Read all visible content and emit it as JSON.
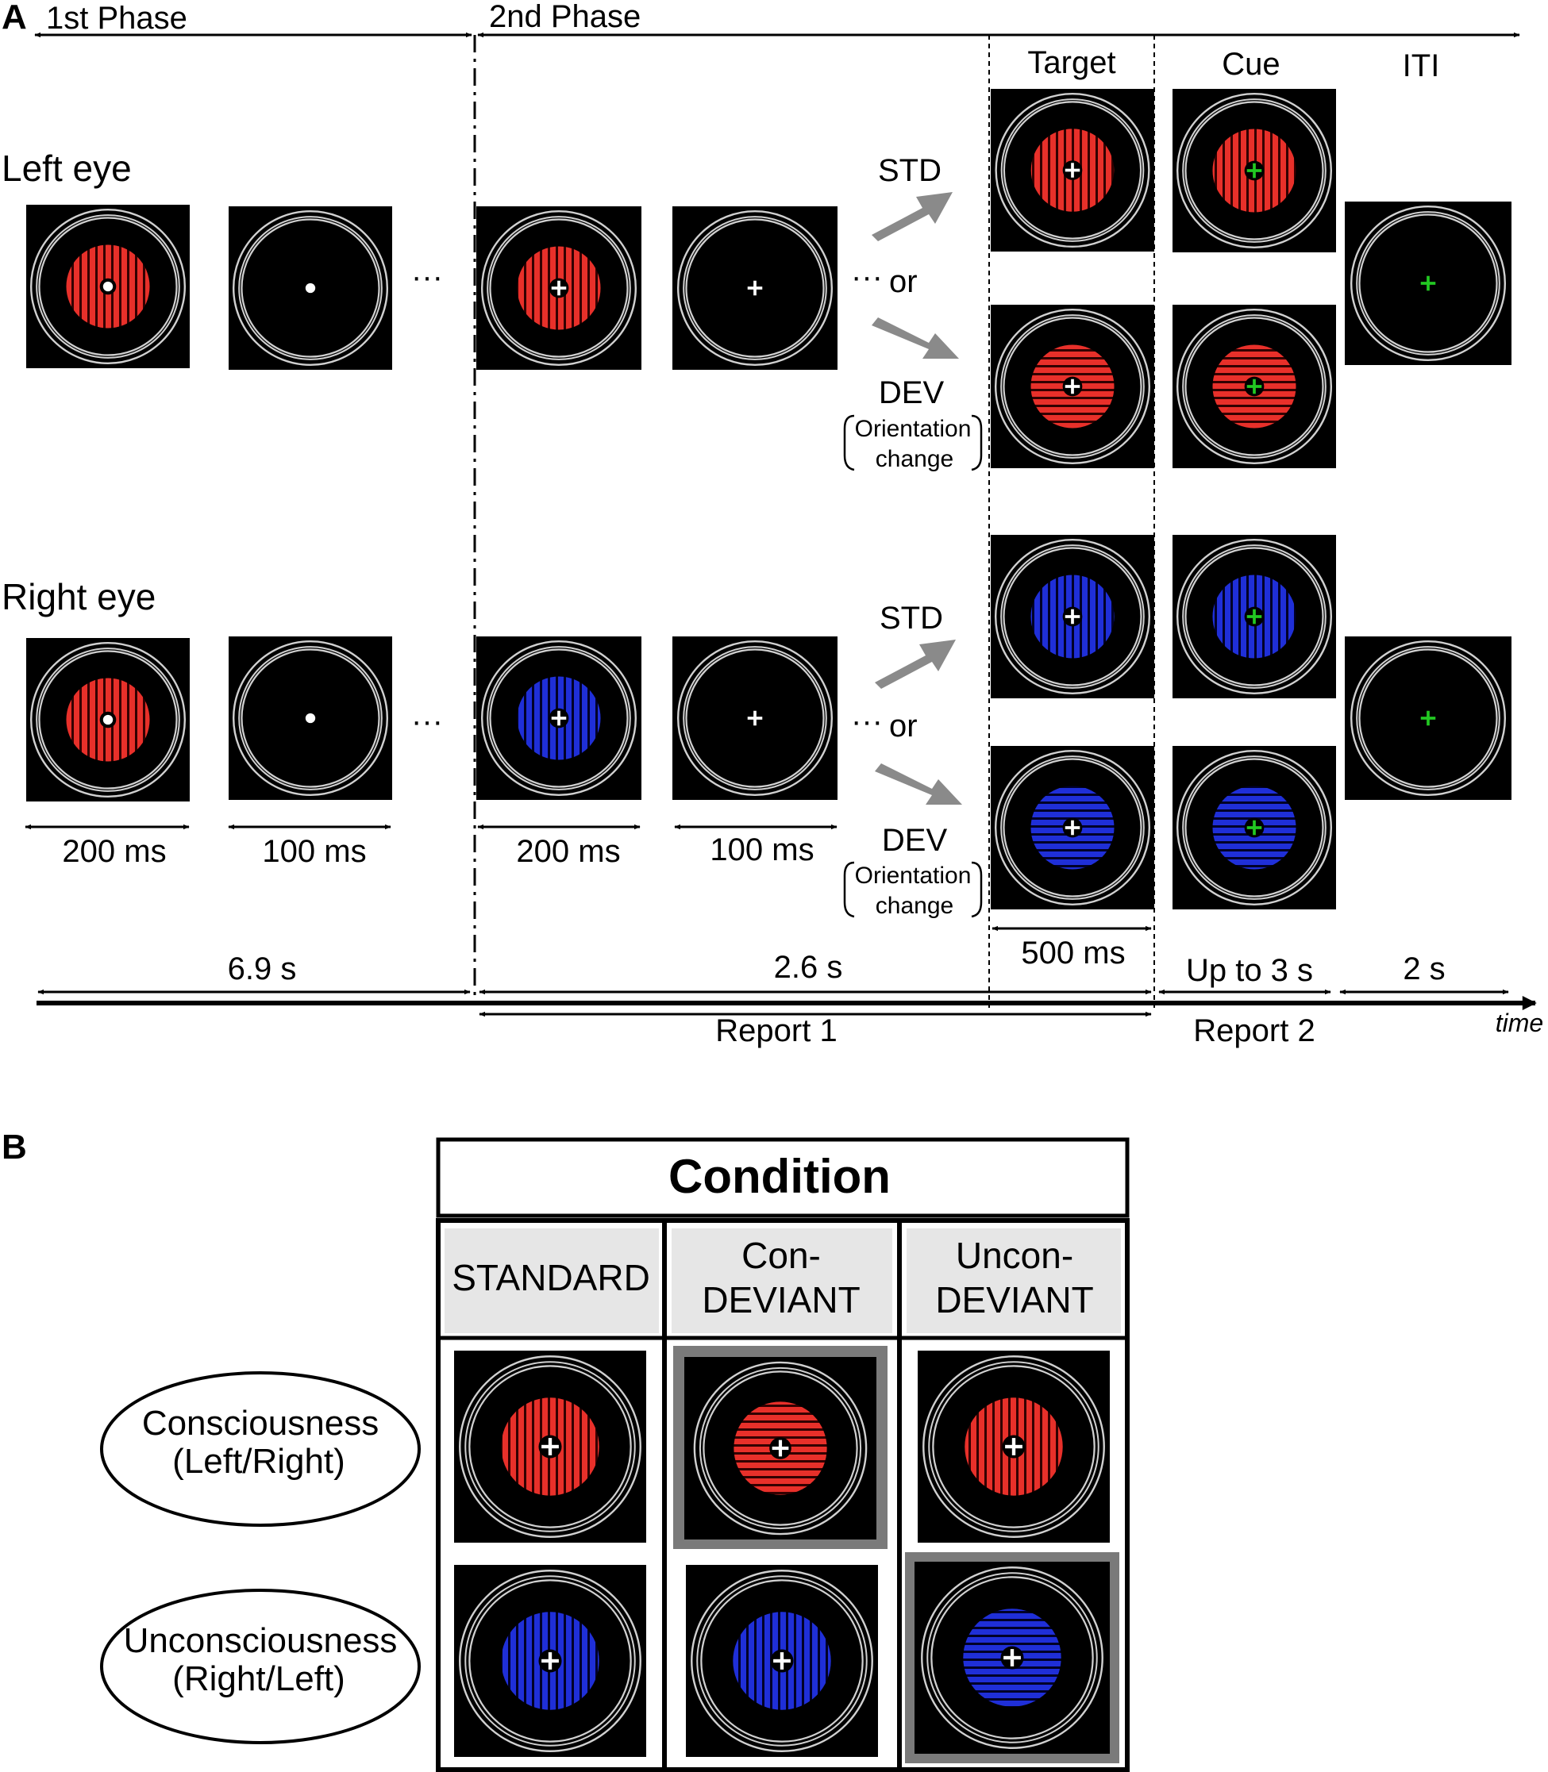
{
  "panel_a": {
    "letter": "A",
    "phase1_label": "1st  Phase",
    "phase2_label": "2nd  Phase",
    "left_eye_label": "Left eye",
    "right_eye_label": "Right eye",
    "col_target": "Target",
    "col_cue": "Cue",
    "col_iti": "ITI",
    "std_label": "STD",
    "dev_label": "DEV",
    "or_label": "or",
    "ellipsis": "···",
    "orientation_line1": "Orientation",
    "orientation_line2": "change",
    "dur_200": "200 ms",
    "dur_100": "100 ms",
    "dur_500": "500 ms",
    "dur_69": "6.9 s",
    "dur_26": "2.6 s",
    "dur_up3": "Up to 3 s",
    "dur_2s": "2 s",
    "report1": "Report 1",
    "report2": "Report 2",
    "time_label": "time"
  },
  "panel_b": {
    "letter": "B",
    "title": "Condition",
    "col1": "STANDARD",
    "col2_line1": "Con-",
    "col2_line2": "DEVIANT",
    "col3_line1": "Uncon-",
    "col3_line2": "DEVIANT",
    "row1_line1": "Consciousness",
    "row1_line2": "(Left/Right)",
    "row2_line1": "Unconsciousness",
    "row2_line2": "(Right/Left)"
  },
  "colors": {
    "red_grating": "#e8302a",
    "blue_grating": "#1f2fd8",
    "green_cross": "#22c822",
    "gray_arrow": "#8a8a8a",
    "header_fill": "#e6e6e6",
    "frame_gray": "#7a7a7a"
  }
}
